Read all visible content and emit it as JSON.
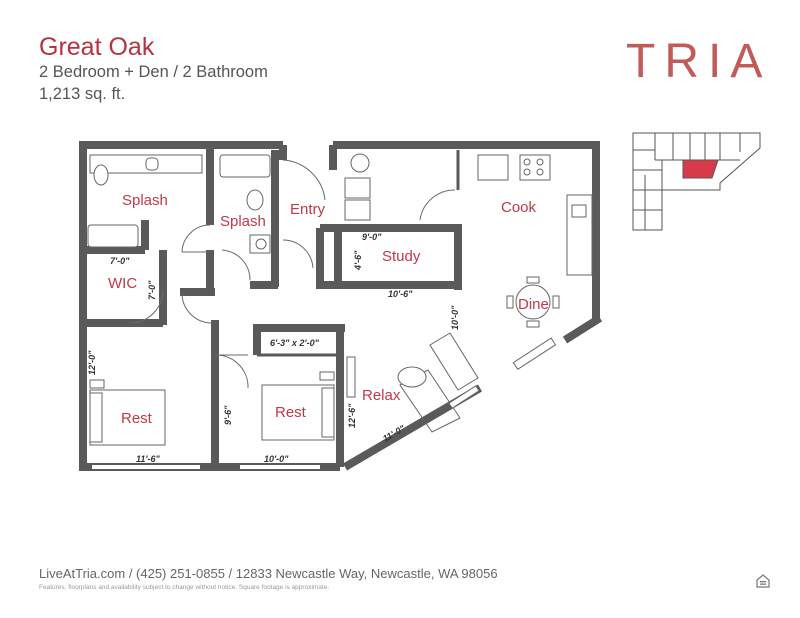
{
  "header": {
    "plan_name": "Great Oak",
    "layout": "2 Bedroom + Den / 2 Bathroom",
    "area": "1,213 sq. ft."
  },
  "brand": "TRIA",
  "rooms": {
    "splash_1": "Splash",
    "splash_2": "Splash",
    "entry": "Entry",
    "cook": "Cook",
    "study": "Study",
    "wic": "WIC",
    "dine": "Dine",
    "relax": "Relax",
    "rest_1": "Rest",
    "rest_2": "Rest"
  },
  "dimensions": {
    "wic_width": "7'-0\"",
    "wic_depth": "7'-0\"",
    "study_width": "9'-0\"",
    "study_depth": "4'-6\"",
    "study_length": "10'-6\"",
    "dine_depth": "10'-0\"",
    "rest1_depth": "12'-0\"",
    "rest1_width": "11'-6\"",
    "closet": "6'-3\" x 2'-0\"",
    "rest2_depth": "9'-6\"",
    "rest2_width": "10'-0\"",
    "relax_depth": "12'-6\"",
    "relax_width": "11'-0\""
  },
  "footer": {
    "contact": "LiveAtTria.com / (425) 251-0855 / 12833 Newcastle Way, Newcastle, WA 98056",
    "disclaimer": "Features, floorplans and availability subject to change without notice. Square footage is approximate."
  },
  "colors": {
    "accent": "#b5323f",
    "wall": "#555555",
    "highlight": "#d93a4a"
  },
  "icons": {
    "equal_housing": "equal-housing-icon"
  }
}
